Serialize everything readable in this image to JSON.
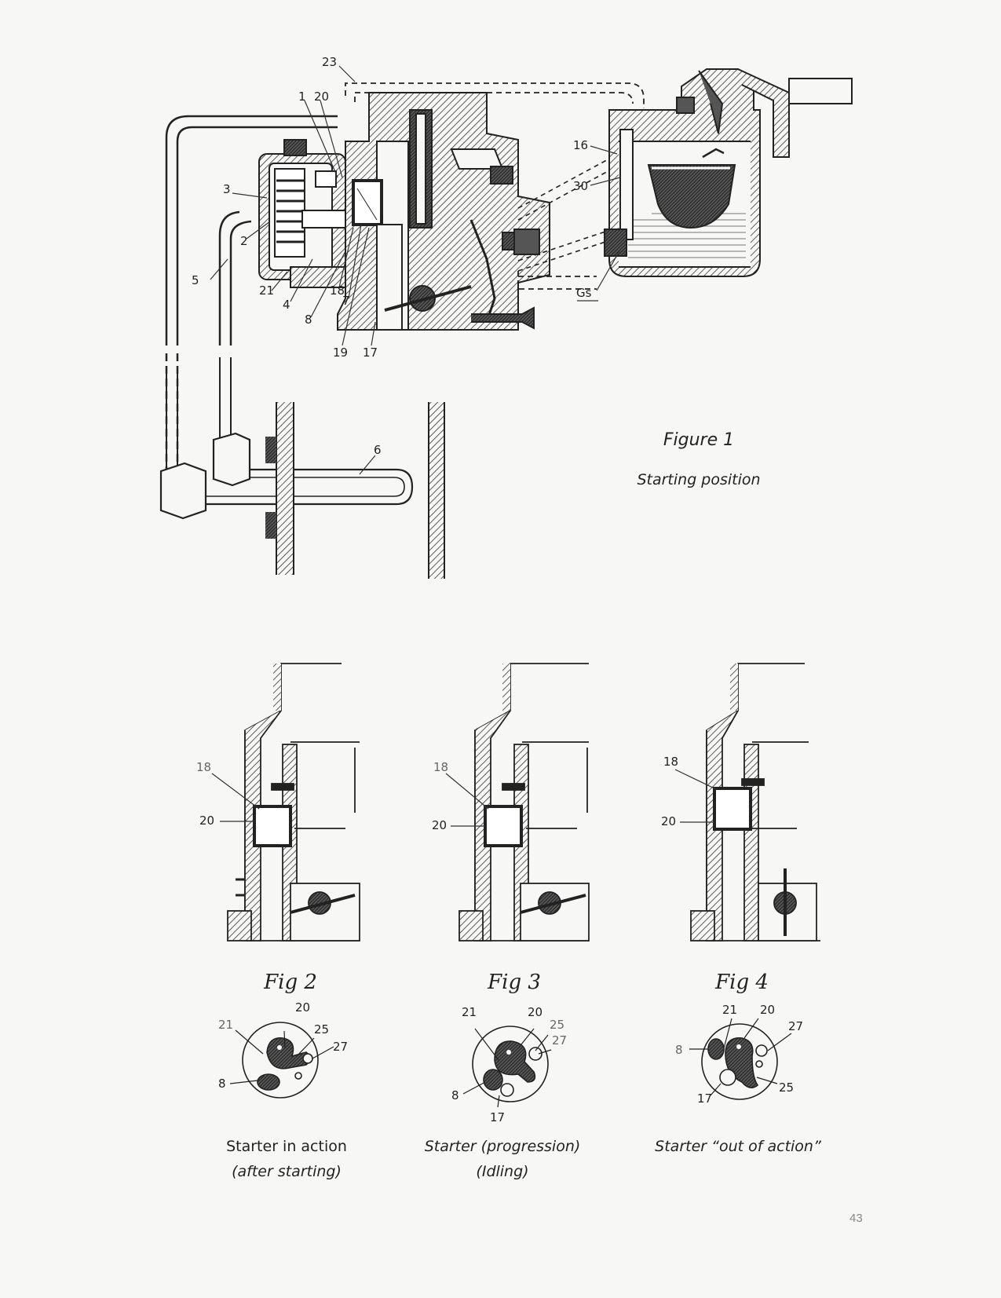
{
  "figure1": {
    "title": "Figure 1",
    "subtitle": "Starting position",
    "callouts": [
      "23",
      "1",
      "20",
      "3",
      "2",
      "5",
      "21",
      "4",
      "18",
      "7",
      "8",
      "19",
      "17",
      "16",
      "30",
      "Gs",
      "6"
    ]
  },
  "fig2": {
    "title": "Fig 2",
    "callouts_side": [
      "18",
      "20"
    ],
    "callouts_disc": [
      "20",
      "21",
      "25",
      "27",
      "8"
    ],
    "caption_line1": "Starter in action",
    "caption_line2": "(after starting)"
  },
  "fig3": {
    "title": "Fig 3",
    "callouts_side": [
      "18",
      "20"
    ],
    "callouts_disc": [
      "21",
      "20",
      "25",
      "27",
      "8",
      "17"
    ],
    "caption_line1": "Starter (progression)",
    "caption_line2": "(Idling)"
  },
  "fig4": {
    "title": "Fig 4",
    "callouts_side": [
      "18",
      "20"
    ],
    "callouts_disc": [
      "21",
      "20",
      "27",
      "8",
      "17",
      "25"
    ],
    "caption_line1": "Starter “out of action”"
  },
  "page_number": "43",
  "colors": {
    "ink": "#222222",
    "paper": "#f7f7f6"
  }
}
